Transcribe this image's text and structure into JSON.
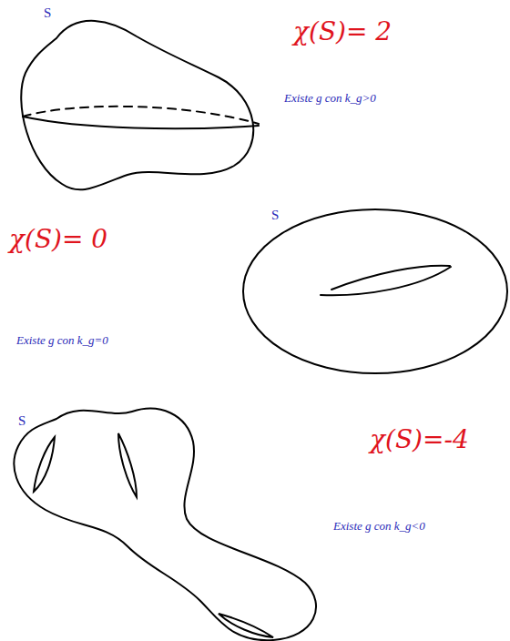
{
  "diagram": {
    "labels": [
      "S",
      "χ(S)= 2",
      "Existe g con k_g>0",
      "χ(S)= 0",
      "S",
      "Existe g con k_g=0",
      "S",
      "χ(S)=-4",
      "Existe g con k_g<0"
    ]
  }
}
